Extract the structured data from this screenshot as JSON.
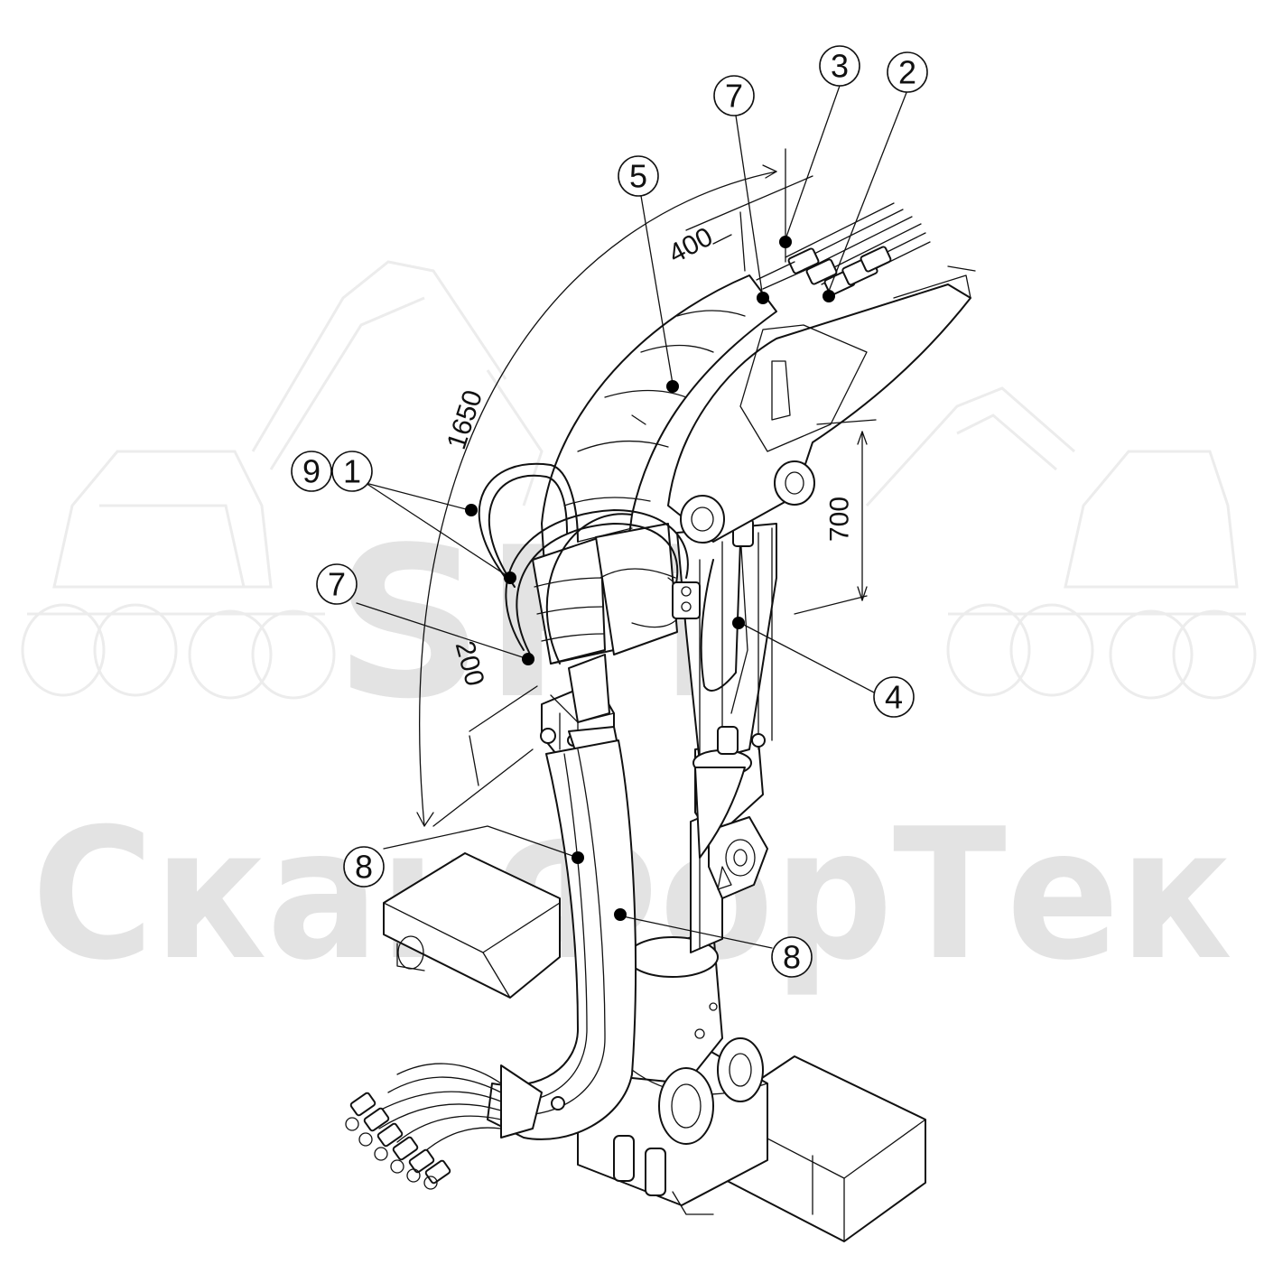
{
  "watermark": {
    "logo_mark": "SFT",
    "brand_text": "СканФорТек"
  },
  "dimensions": [
    {
      "id": "dim-400",
      "value": "400"
    },
    {
      "id": "dim-1650",
      "value": "1650"
    },
    {
      "id": "dim-200",
      "value": "200"
    },
    {
      "id": "dim-700",
      "value": "700"
    }
  ],
  "callouts": [
    {
      "id": "callout-2",
      "label": "2"
    },
    {
      "id": "callout-3",
      "label": "3"
    },
    {
      "id": "callout-7-top",
      "label": "7"
    },
    {
      "id": "callout-5",
      "label": "5"
    },
    {
      "id": "callout-9",
      "label": "9"
    },
    {
      "id": "callout-1",
      "label": "1"
    },
    {
      "id": "callout-7-mid",
      "label": "7"
    },
    {
      "id": "callout-4",
      "label": "4"
    },
    {
      "id": "callout-8-left",
      "label": "8"
    },
    {
      "id": "callout-8-right",
      "label": "8"
    }
  ]
}
